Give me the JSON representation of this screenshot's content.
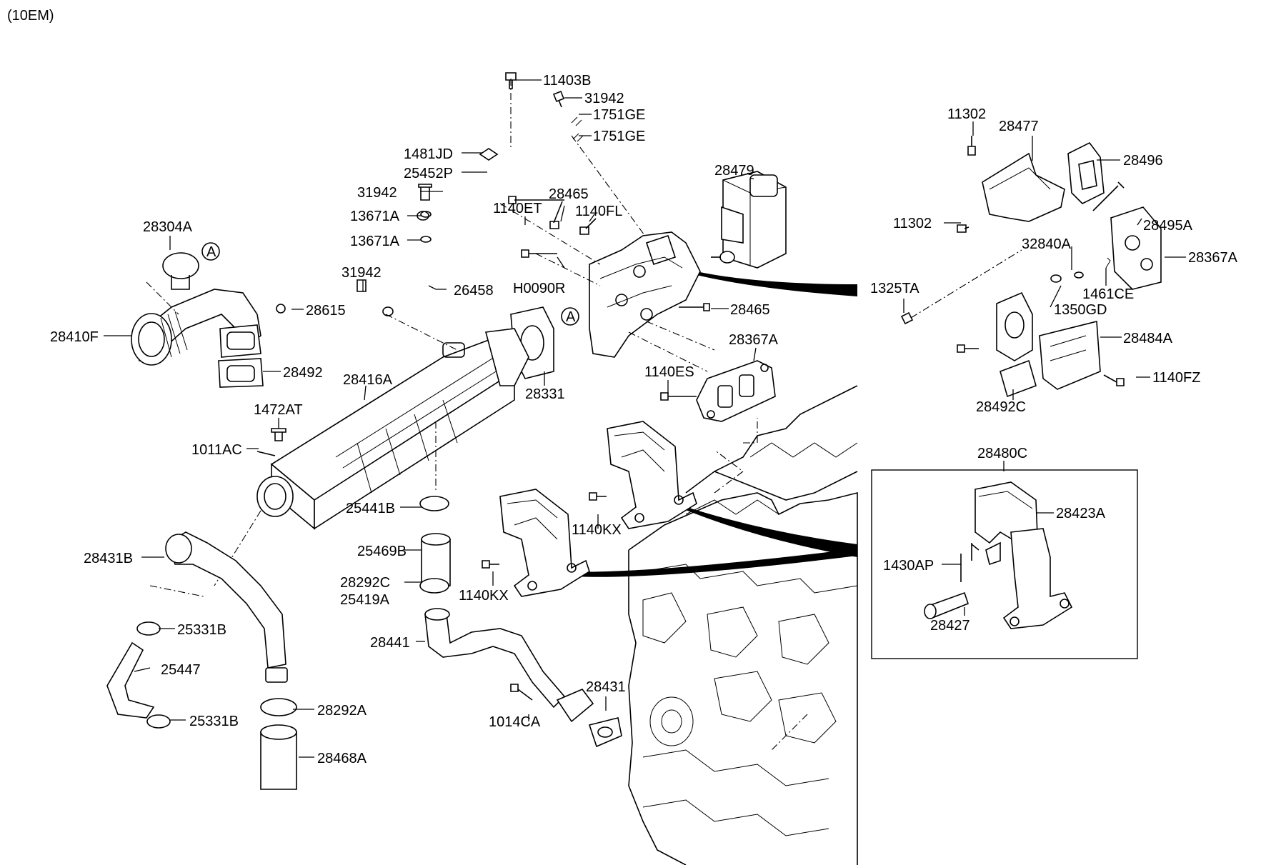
{
  "diagram_code": "(10EM)",
  "callouts": [
    {
      "id": "11403B",
      "text": "11403B"
    },
    {
      "id": "31942_top",
      "text": "31942"
    },
    {
      "id": "1751GE_a",
      "text": "1751GE"
    },
    {
      "id": "1751GE_b",
      "text": "1751GE"
    },
    {
      "id": "1481JD",
      "text": "1481JD"
    },
    {
      "id": "25452P",
      "text": "25452P"
    },
    {
      "id": "31942_mid",
      "text": "31942"
    },
    {
      "id": "13671A_a",
      "text": "13671A"
    },
    {
      "id": "13671A_b",
      "text": "13671A"
    },
    {
      "id": "31942_low",
      "text": "31942"
    },
    {
      "id": "26458",
      "text": "26458"
    },
    {
      "id": "1140ET",
      "text": "1140ET"
    },
    {
      "id": "28465_top",
      "text": "28465"
    },
    {
      "id": "1140FL",
      "text": "1140FL"
    },
    {
      "id": "28479",
      "text": "28479"
    },
    {
      "id": "H0090R",
      "text": "H0090R"
    },
    {
      "id": "28465_mid",
      "text": "28465"
    },
    {
      "id": "28367A_mid",
      "text": "28367A"
    },
    {
      "id": "1140ES",
      "text": "1140ES"
    },
    {
      "id": "28304A",
      "text": "28304A"
    },
    {
      "id": "circleA_1",
      "text": "A"
    },
    {
      "id": "circleA_2",
      "text": "A"
    },
    {
      "id": "28615",
      "text": "28615"
    },
    {
      "id": "28410F",
      "text": "28410F"
    },
    {
      "id": "28492",
      "text": "28492"
    },
    {
      "id": "28416A",
      "text": "28416A"
    },
    {
      "id": "28331",
      "text": "28331"
    },
    {
      "id": "1472AT",
      "text": "1472AT"
    },
    {
      "id": "1011AC",
      "text": "1011AC"
    },
    {
      "id": "25441B",
      "text": "25441B"
    },
    {
      "id": "25469B",
      "text": "25469B"
    },
    {
      "id": "28292C",
      "text": "28292C"
    },
    {
      "id": "25419A",
      "text": "25419A"
    },
    {
      "id": "1140KX_a",
      "text": "1140KX"
    },
    {
      "id": "1140KX_b",
      "text": "1140KX"
    },
    {
      "id": "28431B",
      "text": "28431B"
    },
    {
      "id": "25331B_a",
      "text": "25331B"
    },
    {
      "id": "25447",
      "text": "25447"
    },
    {
      "id": "25331B_b",
      "text": "25331B"
    },
    {
      "id": "28292A",
      "text": "28292A"
    },
    {
      "id": "28468A",
      "text": "28468A"
    },
    {
      "id": "28441",
      "text": "28441"
    },
    {
      "id": "28431",
      "text": "28431"
    },
    {
      "id": "1014CA",
      "text": "1014CA"
    },
    {
      "id": "11302_top",
      "text": "11302"
    },
    {
      "id": "28477",
      "text": "28477"
    },
    {
      "id": "28496",
      "text": "28496"
    },
    {
      "id": "11302_left",
      "text": "11302"
    },
    {
      "id": "28495A",
      "text": "28495A"
    },
    {
      "id": "32840A",
      "text": "32840A"
    },
    {
      "id": "28367A_right",
      "text": "28367A"
    },
    {
      "id": "1325TA",
      "text": "1325TA"
    },
    {
      "id": "1461CE",
      "text": "1461CE"
    },
    {
      "id": "1350GD",
      "text": "1350GD"
    },
    {
      "id": "28484A",
      "text": "28484A"
    },
    {
      "id": "1140FZ",
      "text": "1140FZ"
    },
    {
      "id": "28492C",
      "text": "28492C"
    },
    {
      "id": "28480C",
      "text": "28480C"
    },
    {
      "id": "28423A",
      "text": "28423A"
    },
    {
      "id": "1430AP",
      "text": "1430AP"
    },
    {
      "id": "28427",
      "text": "28427"
    }
  ]
}
